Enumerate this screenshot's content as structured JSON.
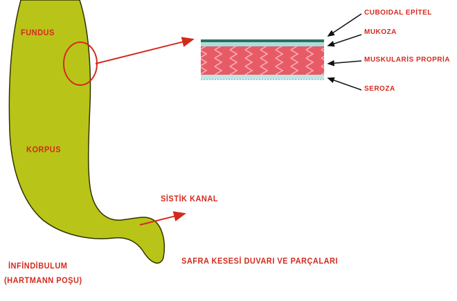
{
  "diagram": {
    "colors": {
      "organ_fill": "#b9c418",
      "organ_stroke": "#2d3300",
      "label_red": "#d42a1e",
      "arrow_red": "#d42a1e",
      "pointer_black": "#111111",
      "epithelium": "#2e6e62",
      "mucosa": "#a9dedc",
      "muscularis": "#e75b67",
      "muscularis_stripe": "#f8b6bb",
      "serosa": "#bfe6e4"
    },
    "organ_labels": {
      "fundus": "FUNDUS",
      "korpus": "KORPUS",
      "infundibulum_line1": "İNFİNDİBULUM",
      "infundibulum_line2": "(HARTMANN POŞU)"
    },
    "duct_label": "SİSTİK KANAL",
    "caption": "SAFRA KESESİ DUVARI VE PARÇALARI",
    "layer_labels": {
      "epithelium": "CUBOIDAL EPİTEL",
      "mucosa": "MUKOZA",
      "muscularis": "MUSKULARİS PROPRİA",
      "serosa": "SEROZA"
    }
  }
}
